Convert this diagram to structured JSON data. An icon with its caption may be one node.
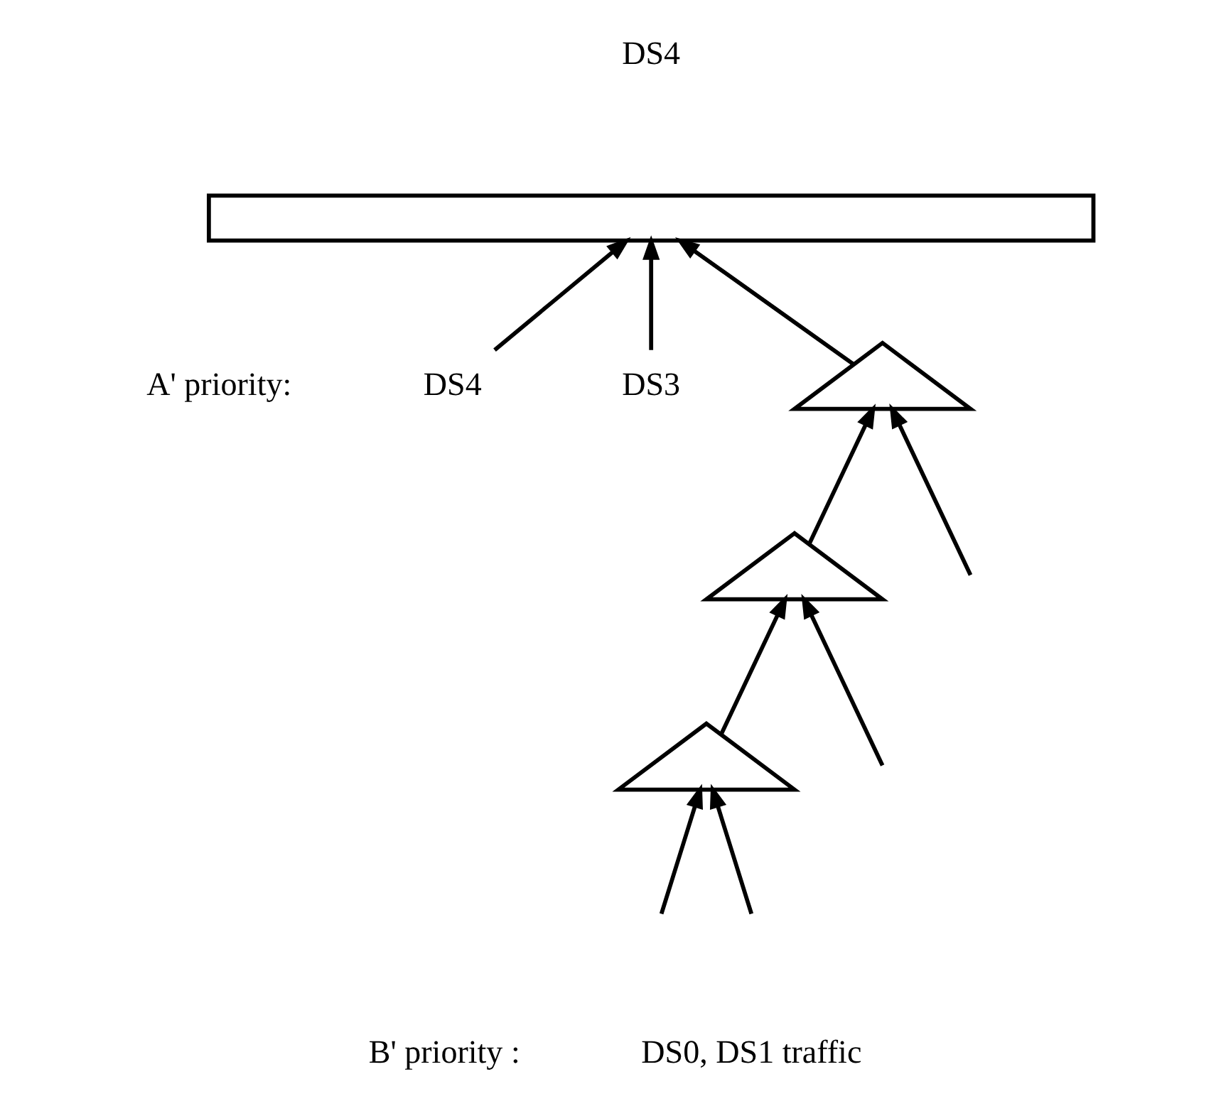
{
  "diagram": {
    "nodes": [
      {
        "text": [],
        "shape": "bar"
      },
      {
        "text": [
          "DS4"
        ]
      },
      {
        "text": [
          "DS3"
        ]
      },
      {
        "text": [],
        "shape": "triangle"
      },
      {
        "text": [],
        "shape": "triangle"
      },
      {
        "text": [],
        "shape": "triangle"
      }
    ],
    "edges": [
      {
        "from": 1,
        "to": 0,
        "arrow": "to"
      },
      {
        "from": 2,
        "to": 0,
        "arrow": "to"
      },
      {
        "from": 3,
        "to": 0,
        "arrow": "to"
      },
      {
        "from": 4,
        "to": 3,
        "arrow": "to"
      },
      {
        "from": null,
        "to": 3,
        "arrow": "to"
      },
      {
        "from": 5,
        "to": 4,
        "arrow": "to"
      },
      {
        "from": null,
        "to": 4,
        "arrow": "to"
      },
      {
        "from": null,
        "to": 5,
        "arrow": "to"
      },
      {
        "from": null,
        "to": 5,
        "arrow": "to"
      }
    ],
    "labels": [
      "DS4",
      "A' priority:",
      "B' priority :",
      "DS0, DS1 traffic"
    ]
  }
}
